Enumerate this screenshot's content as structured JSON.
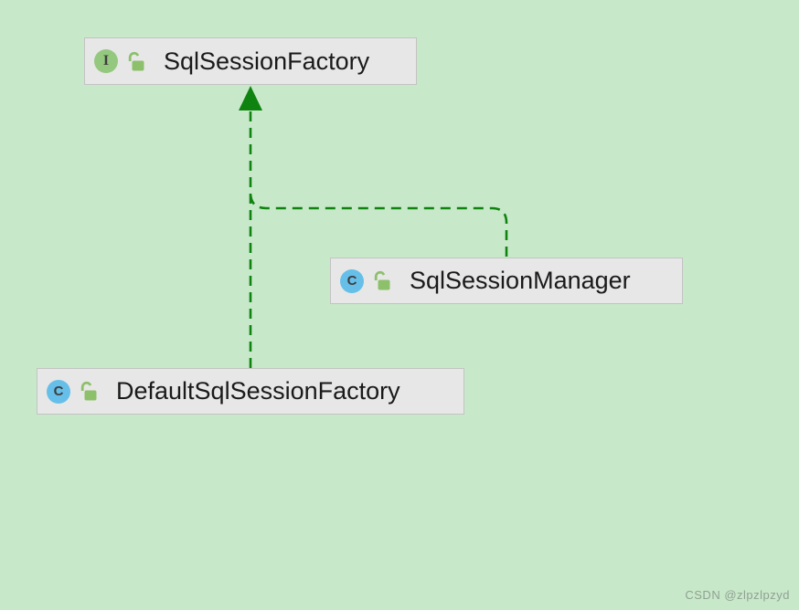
{
  "diagram": {
    "tool_style": "uml-class-diagram",
    "nodes": [
      {
        "label": "SqlSessionFactory",
        "type": "interface",
        "icon": "interface-icon",
        "icon_letter": "I",
        "visibility": "public-unlocked"
      },
      {
        "label": "SqlSessionManager",
        "type": "class",
        "icon": "class-icon",
        "icon_letter": "C",
        "visibility": "public-unlocked"
      },
      {
        "label": "DefaultSqlSessionFactory",
        "type": "class",
        "icon": "class-icon",
        "icon_letter": "C",
        "visibility": "public-unlocked"
      }
    ],
    "edges": [
      {
        "from": "DefaultSqlSessionFactory",
        "to": "SqlSessionFactory",
        "relation": "implements",
        "line_style": "dashed-green-hollow-arrow"
      },
      {
        "from": "SqlSessionManager",
        "to": "SqlSessionFactory",
        "relation": "implements",
        "line_style": "dashed-green-merges-into-main-edge"
      }
    ]
  },
  "watermark": "CSDN @zlpzlpzyd",
  "colors": {
    "background": "#c8e8ca",
    "node_fill": "#e7e7e7",
    "node_border": "#c3c3c3",
    "edge": "#0f830f",
    "interface_icon": "#94c87f",
    "class_icon": "#66bfe8",
    "lock_icon": "#8cc06b",
    "icon_letter": "#3d3d3d",
    "label_text": "#1a1a1a",
    "watermark_text": "#90a192"
  }
}
